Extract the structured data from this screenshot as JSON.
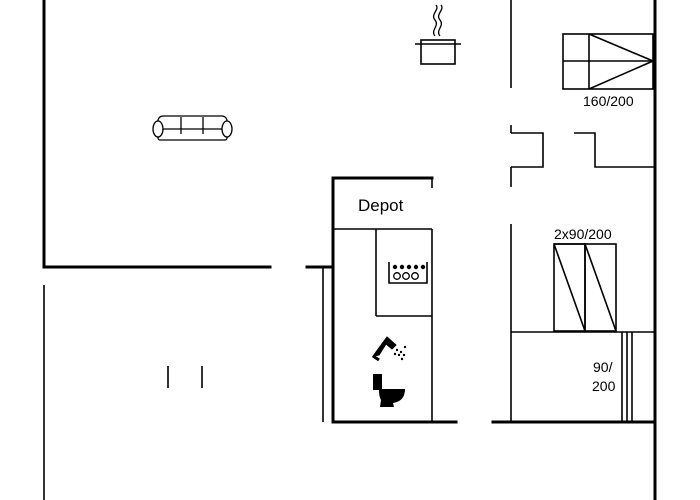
{
  "floorplan": {
    "rooms": {
      "depot_label": "Depot"
    },
    "beds": [
      {
        "id": "double",
        "label": "160/200"
      },
      {
        "id": "twin",
        "label": "2x90/200"
      },
      {
        "id": "single",
        "label_line1": "90/",
        "label_line2": "200"
      }
    ],
    "icons": [
      "sofa-icon",
      "cooking-pot-icon",
      "stove-icon",
      "shower-icon",
      "toilet-icon"
    ],
    "colors": {
      "wall": "#000000",
      "background": "#ffffff"
    }
  }
}
